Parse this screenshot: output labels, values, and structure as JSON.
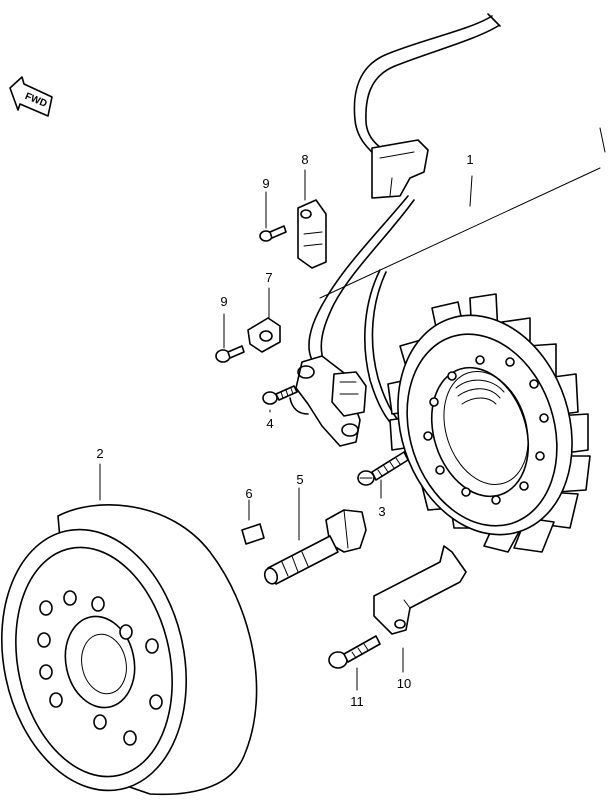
{
  "fwd_badge": {
    "text": "FWD"
  },
  "callouts": [
    {
      "id": "c1",
      "text": "1"
    },
    {
      "id": "c2",
      "text": "2"
    },
    {
      "id": "c3",
      "text": "3"
    },
    {
      "id": "c4",
      "text": "4"
    },
    {
      "id": "c5",
      "text": "5"
    },
    {
      "id": "c6",
      "text": "6"
    },
    {
      "id": "c7",
      "text": "7"
    },
    {
      "id": "c8",
      "text": "8"
    },
    {
      "id": "c9a",
      "text": "9"
    },
    {
      "id": "c9b",
      "text": "9"
    },
    {
      "id": "c10",
      "text": "10"
    },
    {
      "id": "c11",
      "text": "11"
    }
  ]
}
